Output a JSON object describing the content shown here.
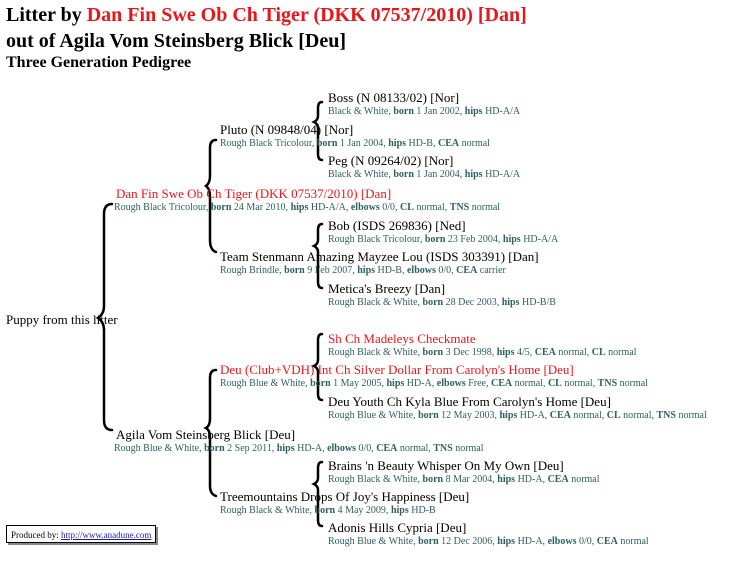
{
  "header": {
    "litter_prefix": "Litter by ",
    "sire_full": "Dan Fin Swe Ob Ch Tiger (DKK 07537/2010) [Dan]",
    "line2": "out of Agila Vom Steinsberg Blick [Deu]",
    "line3": "Three Generation Pedigree"
  },
  "root": "Puppy from this litter",
  "sire": {
    "name": "Dan Fin Swe Ob Ch Tiger (DKK 07537/2010) [Dan]",
    "details": [
      [
        "Rough Black Tricolour, ",
        ""
      ],
      [
        "",
        "born"
      ],
      [
        " 24 Mar 2010, ",
        ""
      ],
      [
        "",
        "hips"
      ],
      [
        " HD-A/A, ",
        ""
      ],
      [
        "",
        "elbows"
      ],
      [
        " 0/0, ",
        ""
      ],
      [
        "",
        "CL"
      ],
      [
        " normal, ",
        ""
      ],
      [
        "",
        "TNS"
      ],
      [
        " normal",
        ""
      ]
    ]
  },
  "sire_sire": {
    "name": "Pluto (N 09848/04) [Nor]",
    "details": [
      [
        "Rough Black Tricolour, ",
        ""
      ],
      [
        "",
        "born"
      ],
      [
        " 1 Jan 2004, ",
        ""
      ],
      [
        "",
        "hips"
      ],
      [
        " HD-B, ",
        ""
      ],
      [
        "",
        "CEA"
      ],
      [
        " normal",
        ""
      ]
    ]
  },
  "sire_sire_sire": {
    "name": "Boss (N 08133/02) [Nor]",
    "details": [
      [
        "Black & White, ",
        ""
      ],
      [
        "",
        "born"
      ],
      [
        " 1 Jan 2002, ",
        ""
      ],
      [
        "",
        "hips"
      ],
      [
        " HD-A/A",
        ""
      ]
    ]
  },
  "sire_sire_dam": {
    "name": "Peg (N 09264/02) [Nor]",
    "details": [
      [
        "Black & White, ",
        ""
      ],
      [
        "",
        "born"
      ],
      [
        " 1 Jan 2004, ",
        ""
      ],
      [
        "",
        "hips"
      ],
      [
        " HD-A/A",
        ""
      ]
    ]
  },
  "sire_dam": {
    "name": "Team Stenmann Amazing Mayzee Lou (ISDS 303391) [Dan]",
    "details": [
      [
        "Rough Brindle, ",
        ""
      ],
      [
        "",
        "born"
      ],
      [
        " 9 Feb 2007, ",
        ""
      ],
      [
        "",
        "hips"
      ],
      [
        " HD-B, ",
        ""
      ],
      [
        "",
        "elbows"
      ],
      [
        " 0/0, ",
        ""
      ],
      [
        "",
        "CEA"
      ],
      [
        " carrier",
        ""
      ]
    ]
  },
  "sire_dam_sire": {
    "name": "Bob (ISDS 269836) [Ned]",
    "details": [
      [
        "Rough Black Tricolour, ",
        ""
      ],
      [
        "",
        "born"
      ],
      [
        " 23 Feb 2004, ",
        ""
      ],
      [
        "",
        "hips"
      ],
      [
        " HD-A/A",
        ""
      ]
    ]
  },
  "sire_dam_dam": {
    "name": "Metica's Breezy [Dan]",
    "details": [
      [
        "Rough Black & White, ",
        ""
      ],
      [
        "",
        "born"
      ],
      [
        " 28 Dec 2003, ",
        ""
      ],
      [
        "",
        "hips"
      ],
      [
        " HD-B/B",
        ""
      ]
    ]
  },
  "dam": {
    "name": "Agila Vom Steinsberg Blick [Deu]",
    "details": [
      [
        "Rough Blue & White, ",
        ""
      ],
      [
        "",
        "born"
      ],
      [
        " 2 Sep 2011, ",
        ""
      ],
      [
        "",
        "hips"
      ],
      [
        " HD-A, ",
        ""
      ],
      [
        "",
        "elbows"
      ],
      [
        " 0/0, ",
        ""
      ],
      [
        "",
        "CEA"
      ],
      [
        " normal, ",
        ""
      ],
      [
        "",
        "TNS"
      ],
      [
        " normal",
        ""
      ]
    ]
  },
  "dam_sire": {
    "name": "Deu (Club+VDH) Int Ch Silver Dollar From Carolyn's Home [Deu]",
    "details": [
      [
        "Rough Blue & White, ",
        ""
      ],
      [
        "",
        "born"
      ],
      [
        " 1 May 2005, ",
        ""
      ],
      [
        "",
        "hips"
      ],
      [
        " HD-A, ",
        ""
      ],
      [
        "",
        "elbows"
      ],
      [
        " Free, ",
        ""
      ],
      [
        "",
        "CEA"
      ],
      [
        " normal, ",
        ""
      ],
      [
        "",
        "CL"
      ],
      [
        " normal, ",
        ""
      ],
      [
        "",
        "TNS"
      ],
      [
        " normal",
        ""
      ]
    ]
  },
  "dam_sire_sire": {
    "name": "Sh Ch Madeleys Checkmate",
    "details": [
      [
        "Rough Black & White, ",
        ""
      ],
      [
        "",
        "born"
      ],
      [
        " 3 Dec 1998, ",
        ""
      ],
      [
        "",
        "hips"
      ],
      [
        " 4/5, ",
        ""
      ],
      [
        "",
        "CEA"
      ],
      [
        " normal, ",
        ""
      ],
      [
        "",
        "CL"
      ],
      [
        " normal",
        ""
      ]
    ]
  },
  "dam_sire_dam": {
    "name": "Deu Youth Ch Kyla Blue From Carolyn's Home [Deu]",
    "details": [
      [
        "Rough Blue & White, ",
        ""
      ],
      [
        "",
        "born"
      ],
      [
        " 12 May 2003, ",
        ""
      ],
      [
        "",
        "hips"
      ],
      [
        " HD-A, ",
        ""
      ],
      [
        "",
        "CEA"
      ],
      [
        " normal, ",
        ""
      ],
      [
        "",
        "CL"
      ],
      [
        " normal, ",
        ""
      ],
      [
        "",
        "TNS"
      ],
      [
        " normal",
        ""
      ]
    ]
  },
  "dam_dam": {
    "name": "Treemountains Drops Of Joy's Happiness [Deu]",
    "details": [
      [
        "Rough Black & White, ",
        ""
      ],
      [
        "",
        "born"
      ],
      [
        " 4 May 2009, ",
        ""
      ],
      [
        "",
        "hips"
      ],
      [
        " HD-B",
        ""
      ]
    ]
  },
  "dam_dam_sire": {
    "name": "Brains 'n Beauty Whisper On My Own [Deu]",
    "details": [
      [
        "Rough Black & White, ",
        ""
      ],
      [
        "",
        "born"
      ],
      [
        " 8 Mar 2004, ",
        ""
      ],
      [
        "",
        "hips"
      ],
      [
        " HD-A, ",
        ""
      ],
      [
        "",
        "CEA"
      ],
      [
        " normal",
        ""
      ]
    ]
  },
  "dam_dam_dam": {
    "name": "Adonis Hills Cypria [Deu]",
    "details": [
      [
        "Rough Blue & White, ",
        ""
      ],
      [
        "",
        "born"
      ],
      [
        " 12 Dec 2006, ",
        ""
      ],
      [
        "",
        "hips"
      ],
      [
        " HD-A, ",
        ""
      ],
      [
        "",
        "elbows"
      ],
      [
        " 0/0, ",
        ""
      ],
      [
        "",
        "CEA"
      ],
      [
        " normal",
        ""
      ]
    ]
  },
  "footer": {
    "produced_by": "Produced by: ",
    "link": "http://www.anadune.com"
  },
  "colors": {
    "title_red": "#e8161a",
    "detail_text": "#2f5f5f",
    "link": "#1a1aa6"
  }
}
